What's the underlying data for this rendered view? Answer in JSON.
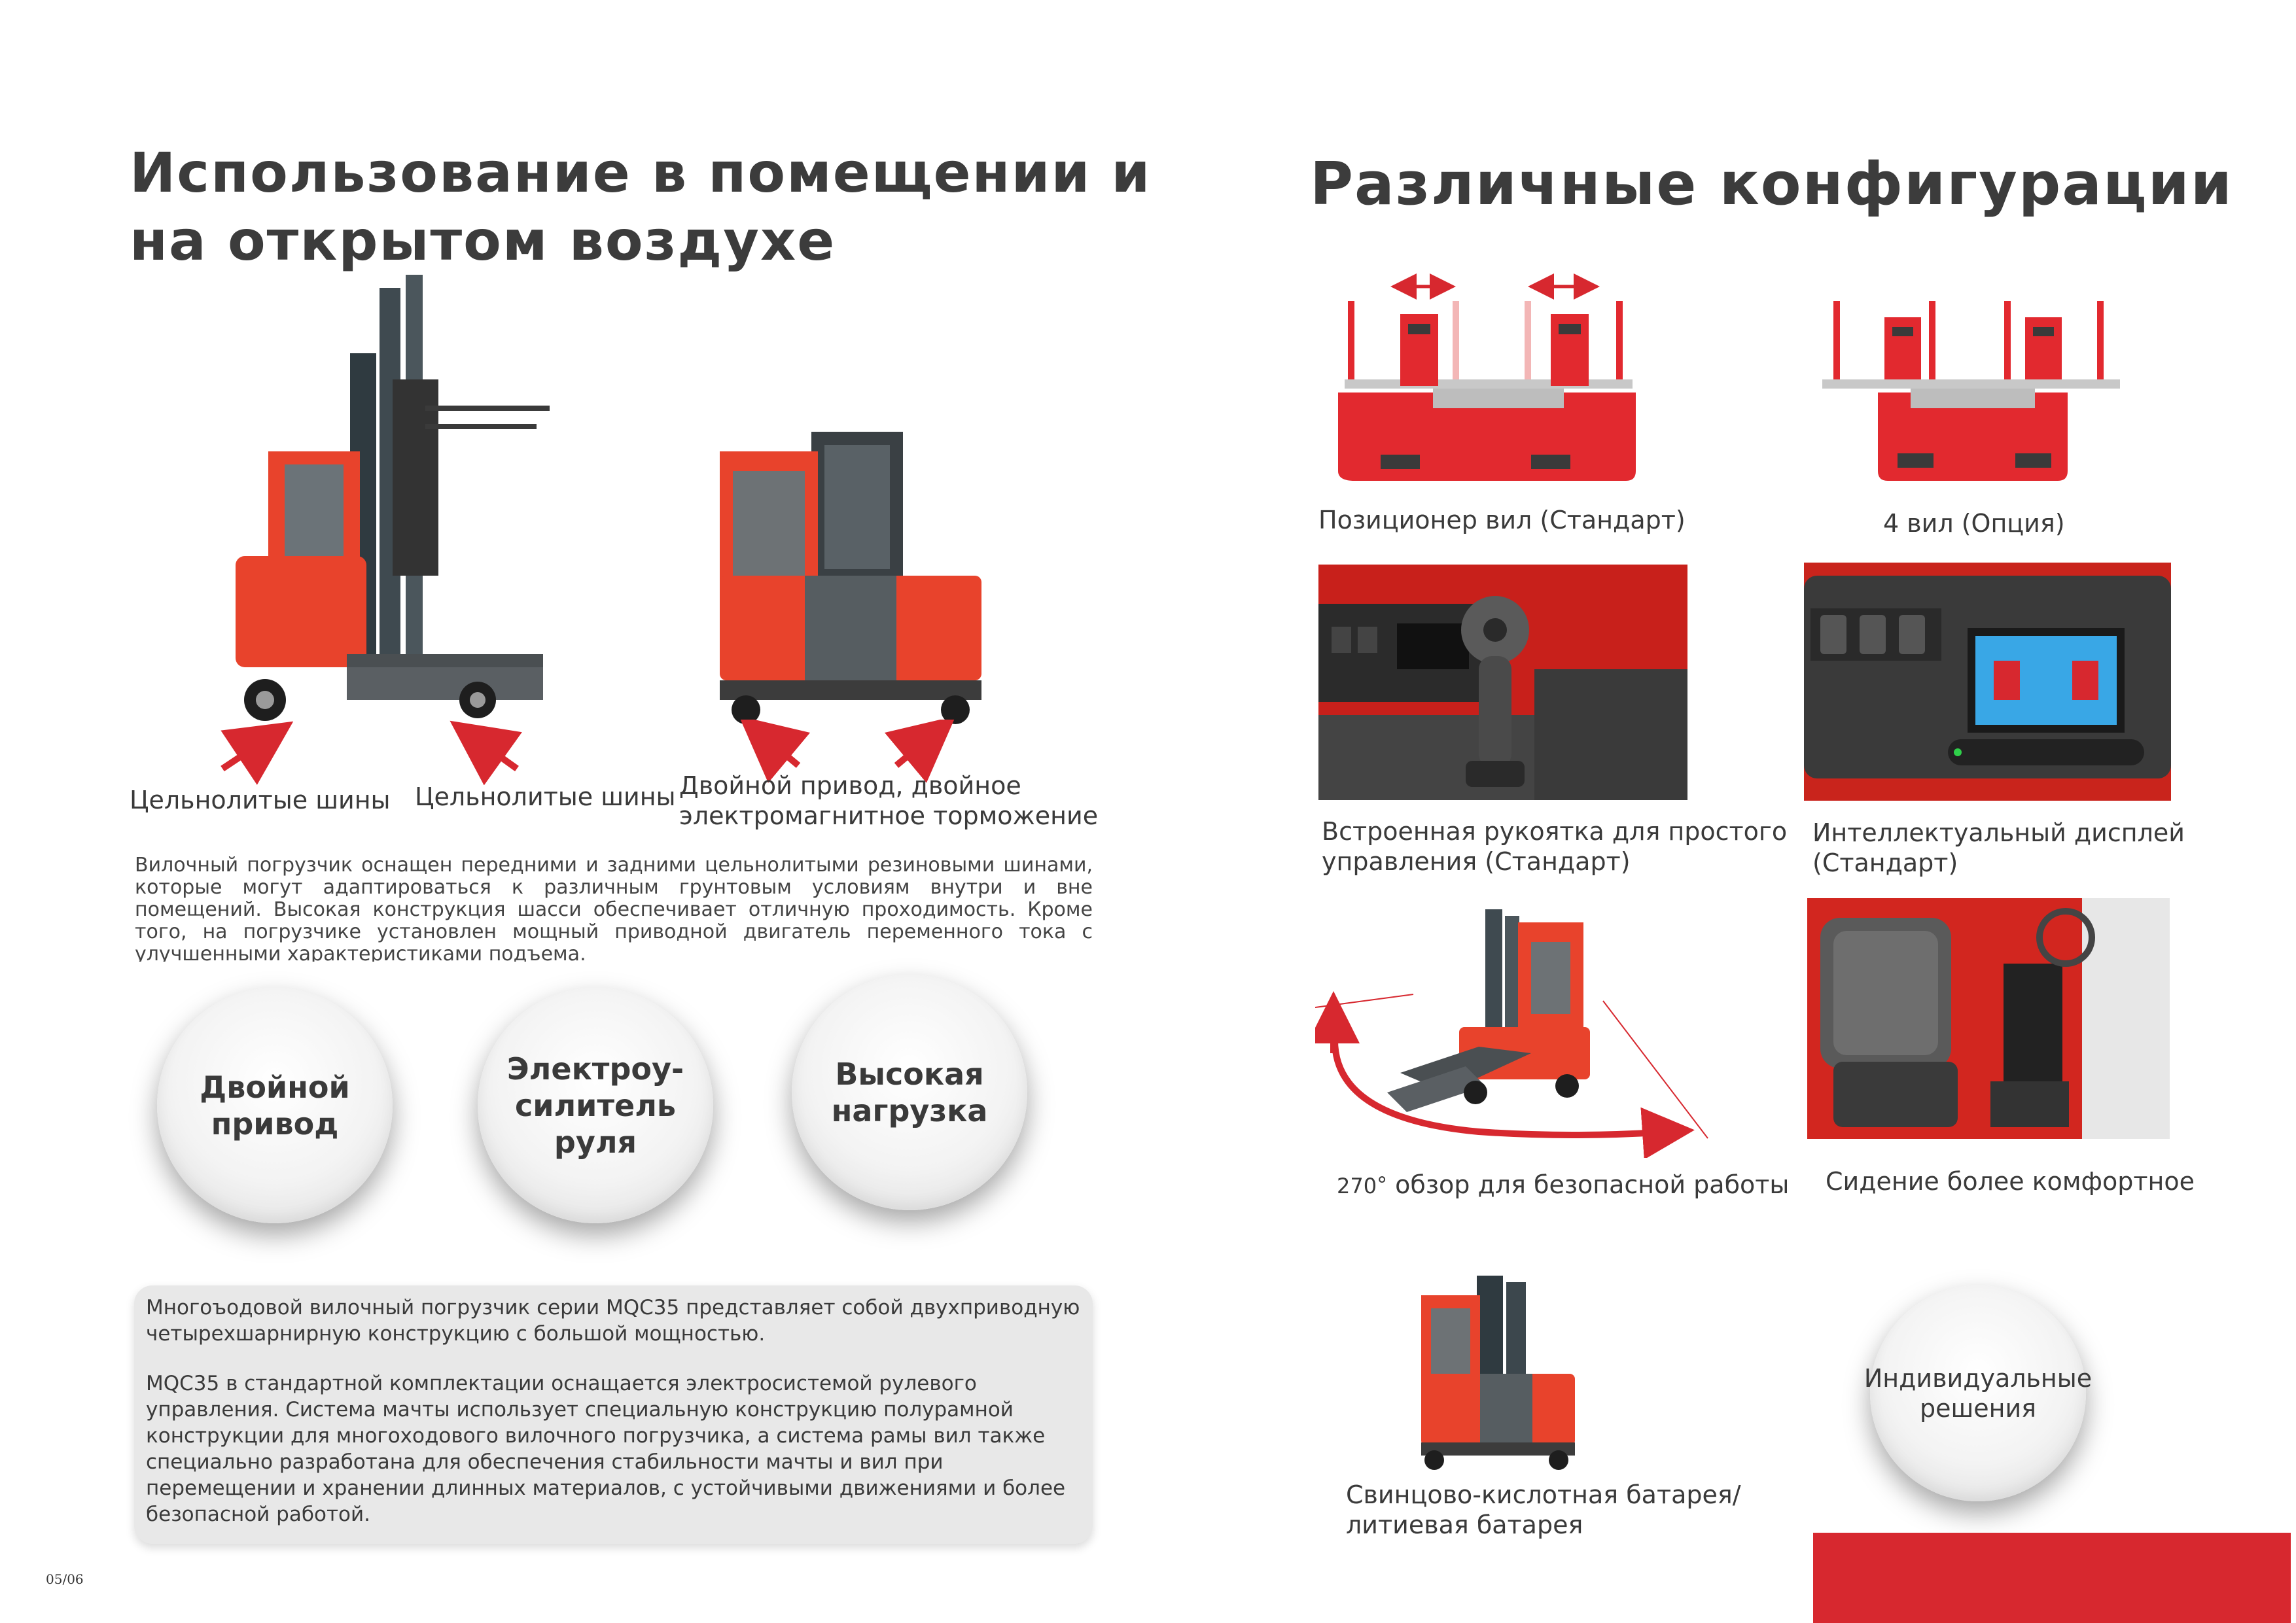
{
  "left": {
    "title_line1": "Использование в помещении и",
    "title_line2": "на открытом воздухе",
    "captions": {
      "tires_left": "Цельнолитые шины",
      "tires_right": "Цельнолитые шины",
      "drive_line1": "Двойной привод, двойное",
      "drive_line2": "электромагнитное торможение"
    },
    "description": "Вилочный погрузчик оснащен передними и задними цельнолитыми резиновыми шинами, которые могут адаптироваться к различным грунтовым условиям внутри и вне помещений. Высокая конструкция шасси обеспечивает отличную проходимость. Кроме того, на погрузчике установлен мощный приводной двигатель переменного тока с улучшенными характеристиками подъема.",
    "circles": {
      "c1": "Двойной\nпривод",
      "c2": "Электроу-\nсилитель\nруля",
      "c3": "Высокая\nнагрузка"
    },
    "box_para1": "Многоъодовой вилочный погрузчик серии MQC35 представляет собой двухприводную четырехшарнирную конструкцию с большой мощностью.",
    "box_para2": "MQC35 в стандартной комплектации оснащается электросистемой рулевого управления. Система мачты использует специальную конструкцию полурамной конструкции для многоходового вилочного погрузчика, а система рамы вил также специально разработана для обеспечения стабильности мачты и вил при перемещении и хранении длинных материалов, с устойчивыми движениями и более безопасной работой.",
    "page_number": "05/06"
  },
  "right": {
    "title": "Различные конфигурации",
    "cap_positioner": "Позиционер вил (Стандарт)",
    "cap_4forks": "4 вил (Опция)",
    "cap_handle_line1": "Встроенная рукоятка для простого",
    "cap_handle_line2": "управления (Стандарт)",
    "cap_display_line1": "Интеллектуальный дисплей",
    "cap_display_line2": "(Стандарт)",
    "cap_view_num": "270",
    "cap_view_deg": "°",
    "cap_view_text": "обзор для безопасной работы",
    "cap_seat": "Сидение более комфортное",
    "cap_battery_line1": "Свинцово-кислотная батарея/",
    "cap_battery_line2": "литиевая батарея",
    "circle_custom": "Индивидуальные\nрешения"
  },
  "colors": {
    "accent_red": "#d7282f",
    "truck_orange": "#e8432c",
    "dark_gray": "#3c3c3c"
  }
}
